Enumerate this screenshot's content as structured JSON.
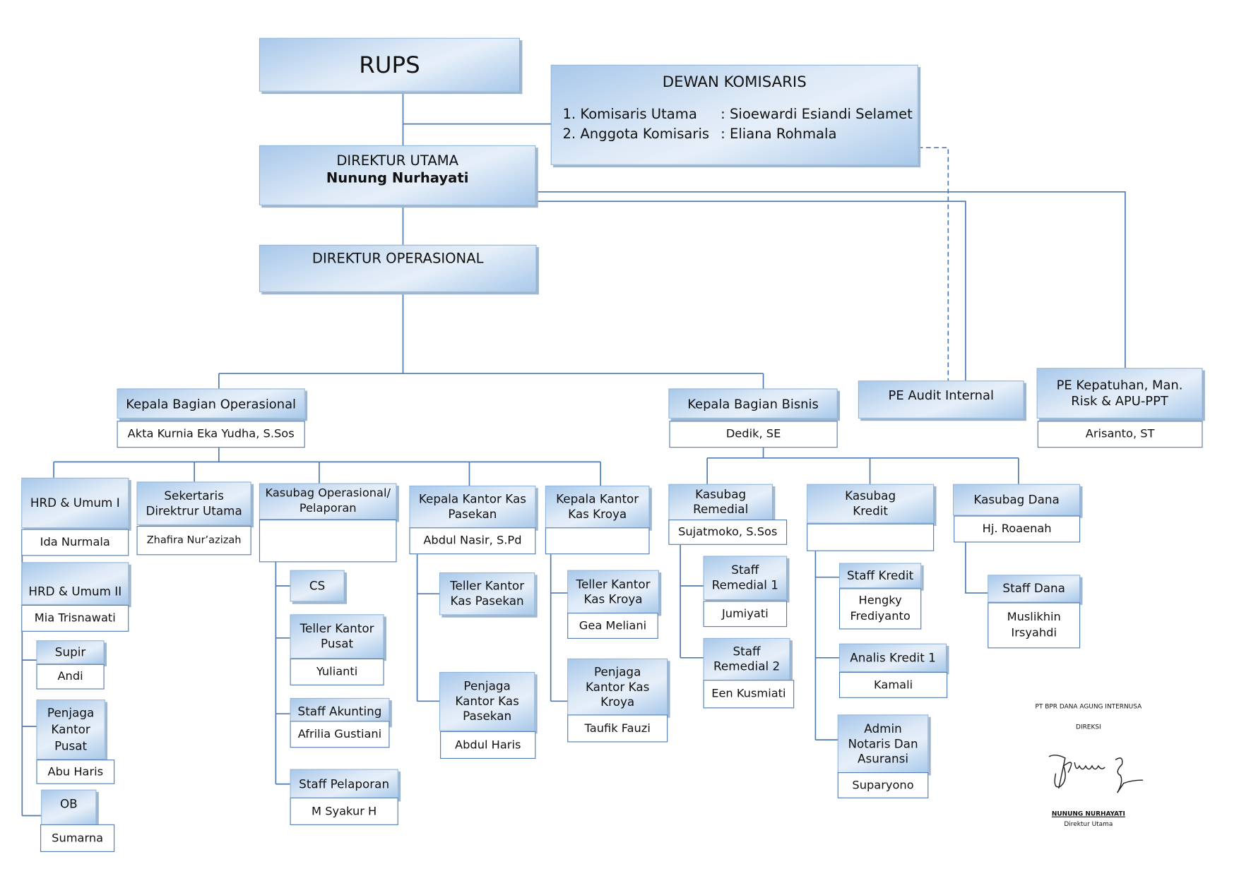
{
  "rups": "RUPS",
  "dewan": {
    "title": "DEWAN KOMISARIS",
    "members": [
      {
        "role": "1. Komisaris Utama",
        "name": ": Sioewardi Esiandi Selamet"
      },
      {
        "role": "2. Anggota Komisaris",
        "name": ": Eliana Rohmala"
      }
    ]
  },
  "dirut": {
    "title": "DIREKTUR UTAMA",
    "name": "Nunung Nurhayati"
  },
  "dirop": {
    "title": "DIREKTUR OPERASIONAL"
  },
  "pe_audit": {
    "title": "PE Audit Internal"
  },
  "pe_kepatuhan": {
    "title_1": "PE Kepatuhan, Man.",
    "title_2": "Risk & APU-PPT",
    "name": "Arisanto, ST"
  },
  "kabag_op": {
    "title": "Kepala Bagian Operasional",
    "name": "Akta Kurnia Eka Yudha, S.Sos"
  },
  "kabag_bisnis": {
    "title": "Kepala Bagian Bisnis",
    "name": "Dedik, SE"
  },
  "hrd1": {
    "title": "HRD & Umum I",
    "name": "Ida Nurmala"
  },
  "hrd2": {
    "title": "HRD & Umum II",
    "name": "Mia Trisnawati"
  },
  "supir": {
    "title": "Supir",
    "name": "Andi"
  },
  "penjaga_pusat": {
    "l1": "Penjaga",
    "l2": "Kantor",
    "l3": "Pusat",
    "name": "Abu Haris"
  },
  "ob": {
    "title": "OB",
    "name": "Sumarna"
  },
  "sekertaris": {
    "l1": "Sekertaris",
    "l2": "Direktrur Utama",
    "name": "Zhafira Nur’azizah"
  },
  "kasubag_op": {
    "l1": "Kasubag Operasional/",
    "l2": "Pelaporan",
    "name": ""
  },
  "cs": {
    "title": "CS"
  },
  "teller_pusat": {
    "l1": "Teller Kantor",
    "l2": "Pusat",
    "name": "Yulianti"
  },
  "akunting": {
    "title": "Staff Akunting",
    "name": "Afrilia Gustiani"
  },
  "pelaporan": {
    "title": "Staff Pelaporan",
    "name": "M Syakur H"
  },
  "kk_pasekan": {
    "l1": "Kepala Kantor Kas",
    "l2": "Pasekan",
    "name": "Abdul Nasir, S.Pd"
  },
  "teller_pasekan": {
    "l1": "Teller Kantor",
    "l2": "Kas Pasekan"
  },
  "penjaga_pasekan": {
    "l1": "Penjaga",
    "l2": "Kantor Kas",
    "l3": "Pasekan",
    "name": "Abdul Haris"
  },
  "kk_kroya": {
    "l1": "Kepala Kantor",
    "l2": "Kas Kroya",
    "name": ""
  },
  "teller_kroya": {
    "l1": "Teller Kantor",
    "l2": "Kas Kroya",
    "name": "Gea Meliani"
  },
  "penjaga_kroya": {
    "l1": "Penjaga",
    "l2": "Kantor Kas",
    "l3": "Kroya",
    "name": "Taufik Fauzi"
  },
  "kasubag_remedial": {
    "l1": "Kasubag",
    "l2": "Remedial",
    "name": "Sujatmoko, S.Sos"
  },
  "remedial1": {
    "l1": "Staff",
    "l2": "Remedial 1",
    "name": "Jumiyati"
  },
  "remedial2": {
    "l1": "Staff",
    "l2": "Remedial 2",
    "name": "Een Kusmiati"
  },
  "kasubag_kredit": {
    "l1": "Kasubag",
    "l2": "Kredit",
    "name": ""
  },
  "staff_kredit": {
    "title": "Staff Kredit",
    "l1": "Hengky",
    "l2": "Frediyanto"
  },
  "analis": {
    "title": "Analis Kredit 1",
    "name": "Kamali"
  },
  "admin_notaris": {
    "l1": "Admin",
    "l2": "Notaris Dan",
    "l3": "Asuransi",
    "name": "Suparyono"
  },
  "kasubag_dana": {
    "title": "Kasubag Dana",
    "name": "Hj. Roaenah"
  },
  "staff_dana": {
    "title": "Staff Dana",
    "l1": "Muslikhin",
    "l2": "Irsyahdi"
  },
  "signature": {
    "company": "PT BPR DANA AGUNG INTERNUSA",
    "dept": "DIREKSI",
    "name": "NUNUNG NURHAYATI",
    "position": "Direktur Utama"
  },
  "colors": {
    "line": "#4f7bb0",
    "box_dark": "#a8c8ea",
    "box_light": "#e6eff9"
  }
}
